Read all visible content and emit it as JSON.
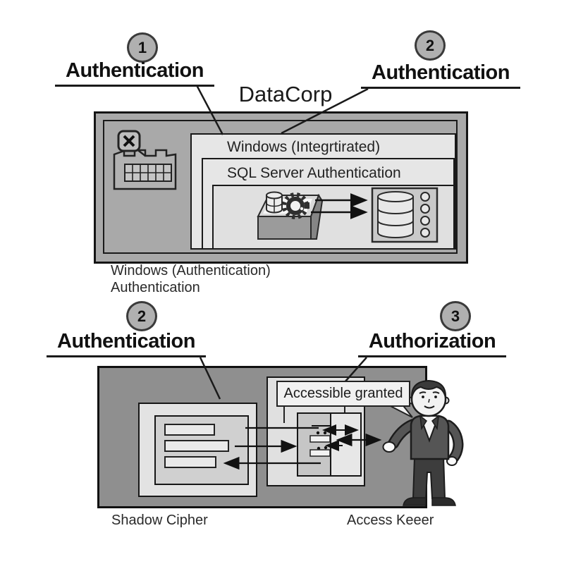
{
  "title": "DataCorp",
  "top": {
    "badge_left": {
      "number": "1",
      "label": "Authentication"
    },
    "badge_right": {
      "number": "2",
      "label": "Authentication"
    },
    "windows_header": "Windows (Integrtirated)",
    "sql_header": "SQL Server Authentication",
    "caption_line1": "Windows (Authentication)",
    "caption_line2": "Authentication"
  },
  "bottom": {
    "badge_left": {
      "number": "2",
      "label": "Authentication"
    },
    "badge_right": {
      "number": "3",
      "label": "Authorization"
    },
    "speech_bubble": "Accessible granted",
    "caption_left": "Shadow Cipher",
    "caption_right": "Access Keeer"
  },
  "icons": {
    "top_left": "blocked-table-icon",
    "top_middle": "gear-database-box-icon",
    "top_right": "database-server-icon",
    "bottom_left": "list-panel-icon",
    "bottom_middle": "token-exchange-icon",
    "bottom_right": "presenter-person"
  },
  "colors": {
    "page_bg": "#ffffff",
    "top_box_bg": "#a9a9a9",
    "bottom_box_bg": "#8f8f8f",
    "panel_light": "#e6e6e6",
    "panel_mid": "#d0d0d0",
    "line": "#1a1a1a"
  }
}
